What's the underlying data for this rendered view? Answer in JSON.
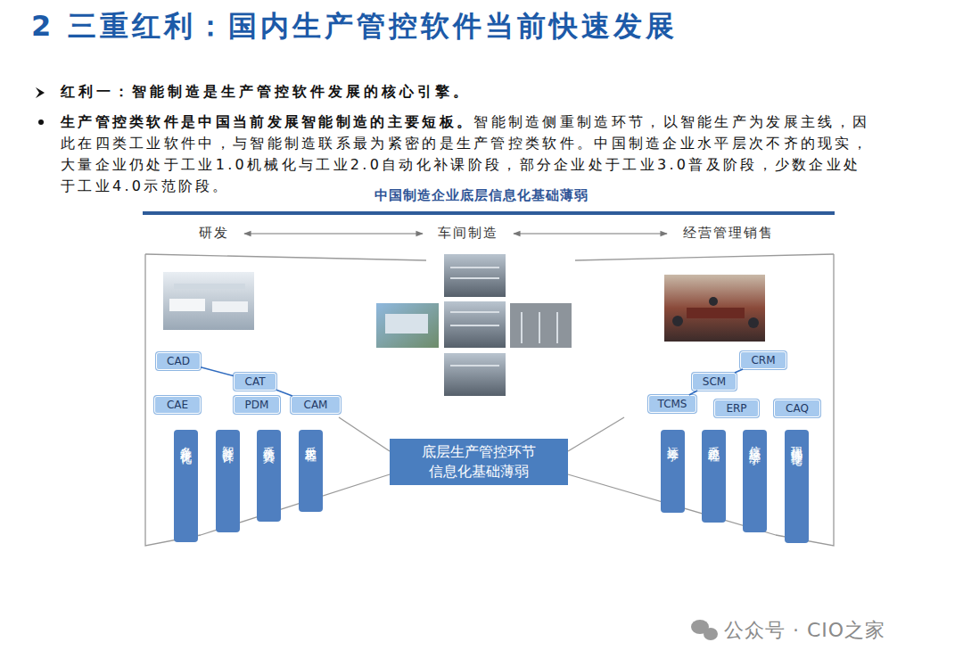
{
  "diagram": {
    "title": "2 三重红利：国内生产管控软件当前快速发展",
    "nodes": [
      {
        "text": [
          "CAD"
        ]
      },
      {
        "text": [
          "CAT"
        ]
      },
      {
        "text": [
          "CAE"
        ]
      },
      {
        "text": [
          "PDM"
        ]
      },
      {
        "text": [
          "CAM"
        ]
      },
      {
        "text": [
          "多学科优化"
        ]
      },
      {
        "text": [
          "智能设计"
        ]
      },
      {
        "text": [
          "系统仿真"
        ]
      },
      {
        "text": [
          "反求工程"
        ]
      },
      {
        "text": [
          "底层生产管控环节 信息化基础薄弱"
        ]
      },
      {
        "text": [
          "CRM"
        ]
      },
      {
        "text": [
          "SCM"
        ]
      },
      {
        "text": [
          "TCMS"
        ]
      },
      {
        "text": [
          "ERP"
        ]
      },
      {
        "text": [
          "CAQ"
        ]
      },
      {
        "text": [
          "运筹学"
        ]
      },
      {
        "text": [
          "系统工程"
        ]
      },
      {
        "text": [
          "信息经济学"
        ]
      },
      {
        "text": [
          "现代管理理论"
        ]
      }
    ],
    "edges": [
      {
        "from": 0,
        "to": 1,
        "arrow": "none"
      },
      {
        "from": 1,
        "to": 4,
        "arrow": "none"
      },
      {
        "from": 10,
        "to": 11,
        "arrow": "none"
      },
      {
        "from": 11,
        "to": 12,
        "arrow": "none"
      }
    ],
    "labels": [
      "红利一：智能制造是生产管控软件发展的核心引擎。",
      "生产管控类软件是中国当前发展智能制造的主要短板。",
      "智能制造侧重制造环节，以智能生产为发展主线，因此在四类工业软件中，与智能制造联系最为紧密的是生产管控类软件。中国制造企业水平层次不齐的现实，大量企业仍处于工业1.0机械化与工业2.0自动化补课阶段，部分企业处于工业3.0普及阶段，少数企业处于工业4.0示范阶段。",
      "中国制造企业底层信息化基础薄弱",
      "研发",
      "车间制造",
      "经营管理销售",
      "公众号 · CIO之家"
    ]
  }
}
